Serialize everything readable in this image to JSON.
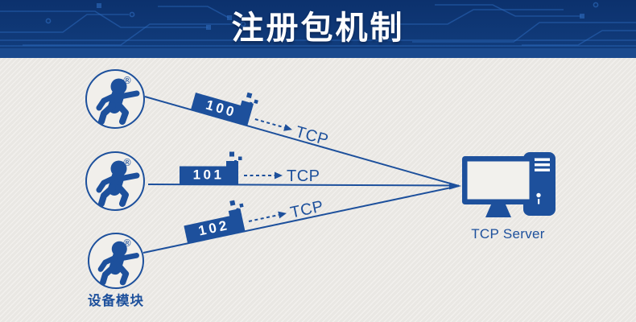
{
  "header": {
    "title": "注册包机制"
  },
  "diagram": {
    "device_group": {
      "label": "设备模块",
      "registered_mark": "®",
      "device_count": 3
    },
    "flows": [
      {
        "packet_id": "100",
        "protocol": "TCP"
      },
      {
        "packet_id": "101",
        "protocol": "TCP"
      },
      {
        "packet_id": "102",
        "protocol": "TCP"
      }
    ],
    "server": {
      "label": "TCP Server"
    }
  },
  "colors": {
    "accent": "#1d509c",
    "header_bg_1": "#0c316d",
    "header_bg_2": "#123e7e",
    "header_band": "#1b4a8e",
    "trace": "#2e6cc0",
    "page_bg": "#e9e7e3",
    "stripe": "#f1efec",
    "screen": "#f2f1ed"
  }
}
